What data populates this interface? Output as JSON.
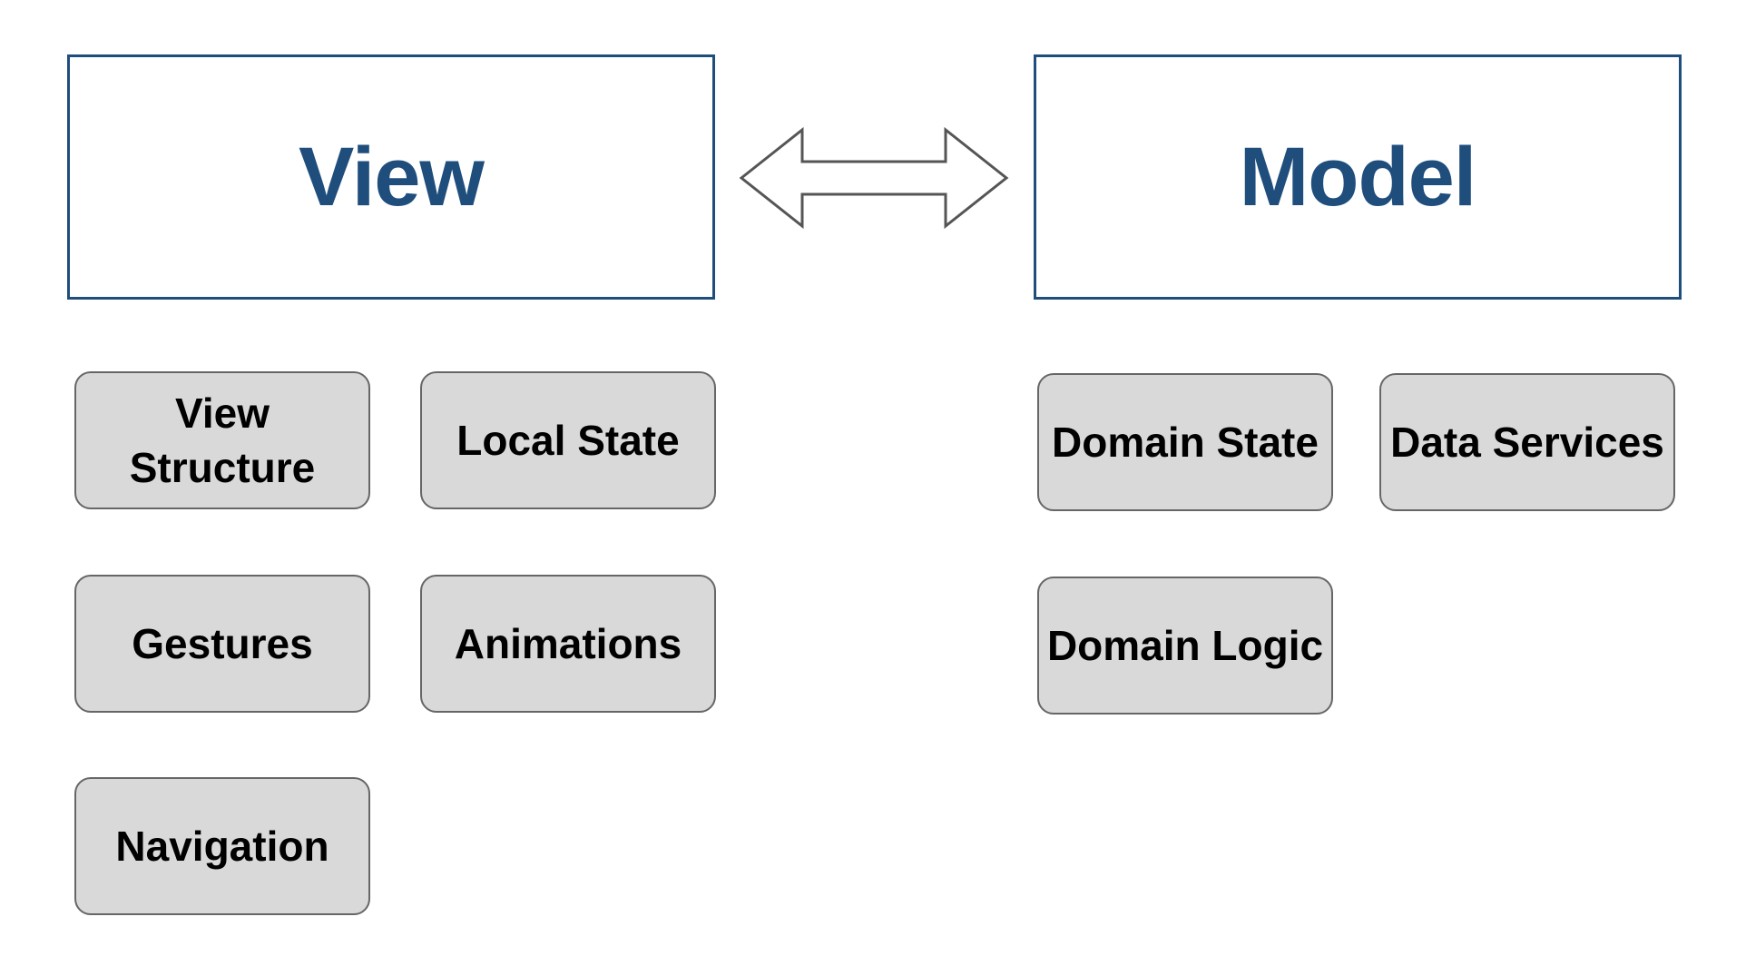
{
  "headers": {
    "view": "View",
    "model": "Model"
  },
  "view_concepts": [
    "View Structure",
    "Local State",
    "Gestures",
    "Animations",
    "Navigation"
  ],
  "model_concepts": [
    "Domain State",
    "Data Services",
    "Domain Logic"
  ],
  "colors": {
    "header_text": "#1f4e7d",
    "header_border": "#1f4e7d",
    "concept_fill": "#d9d9d9",
    "concept_border": "#666666",
    "arrow_stroke": "#555555"
  },
  "icons": {
    "connector": "double-arrow-icon"
  }
}
